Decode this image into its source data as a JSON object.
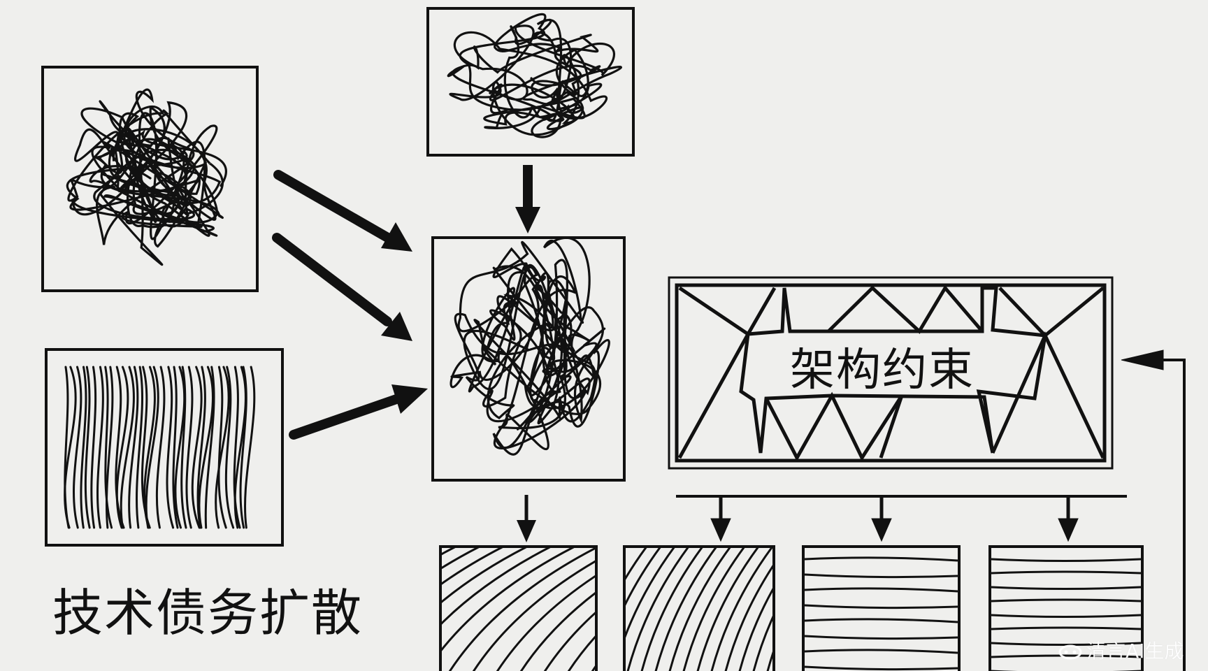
{
  "left_caption": "技术债务扩散",
  "constraint_label": "架构约束",
  "watermark": "清言AI生成",
  "colors": {
    "background": "#efefed",
    "stroke": "#111111"
  },
  "panels": [
    {
      "name": "tangle-top-left",
      "pattern": "tangle"
    },
    {
      "name": "tangle-top-center",
      "pattern": "tangle"
    },
    {
      "name": "strands-left",
      "pattern": "vertical-strands"
    },
    {
      "name": "tangle-center",
      "pattern": "tangle"
    },
    {
      "name": "constraint-frame",
      "pattern": "triangles"
    },
    {
      "name": "output-1",
      "pattern": "diagonal-lines"
    },
    {
      "name": "output-2",
      "pattern": "steep-diagonal-lines"
    },
    {
      "name": "output-3",
      "pattern": "horizontal-lines"
    },
    {
      "name": "output-4",
      "pattern": "horizontal-lines"
    }
  ]
}
